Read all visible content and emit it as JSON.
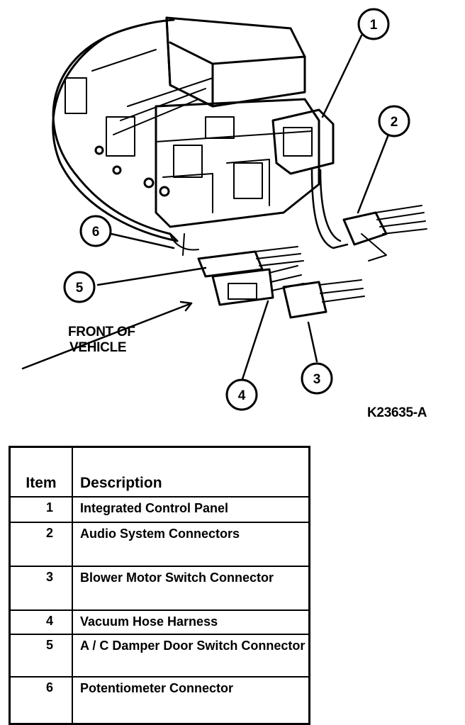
{
  "figure_id": "K23635-A",
  "front_label": [
    "FRONT OF",
    "VEHICLE"
  ],
  "callouts": [
    "1",
    "2",
    "3",
    "4",
    "5",
    "6"
  ],
  "legend": {
    "headers": {
      "item": "Item",
      "description": "Description"
    },
    "rows": [
      {
        "item": "1",
        "description": "Integrated Control Panel"
      },
      {
        "item": "2",
        "description": "Audio System Connectors"
      },
      {
        "item": "3",
        "description": "Blower Motor Switch Connector"
      },
      {
        "item": "4",
        "description": "Vacuum Hose Harness"
      },
      {
        "item": "5",
        "description": "A / C Damper Door Switch Connector"
      },
      {
        "item": "6",
        "description": "Potentiometer Connector"
      }
    ]
  }
}
